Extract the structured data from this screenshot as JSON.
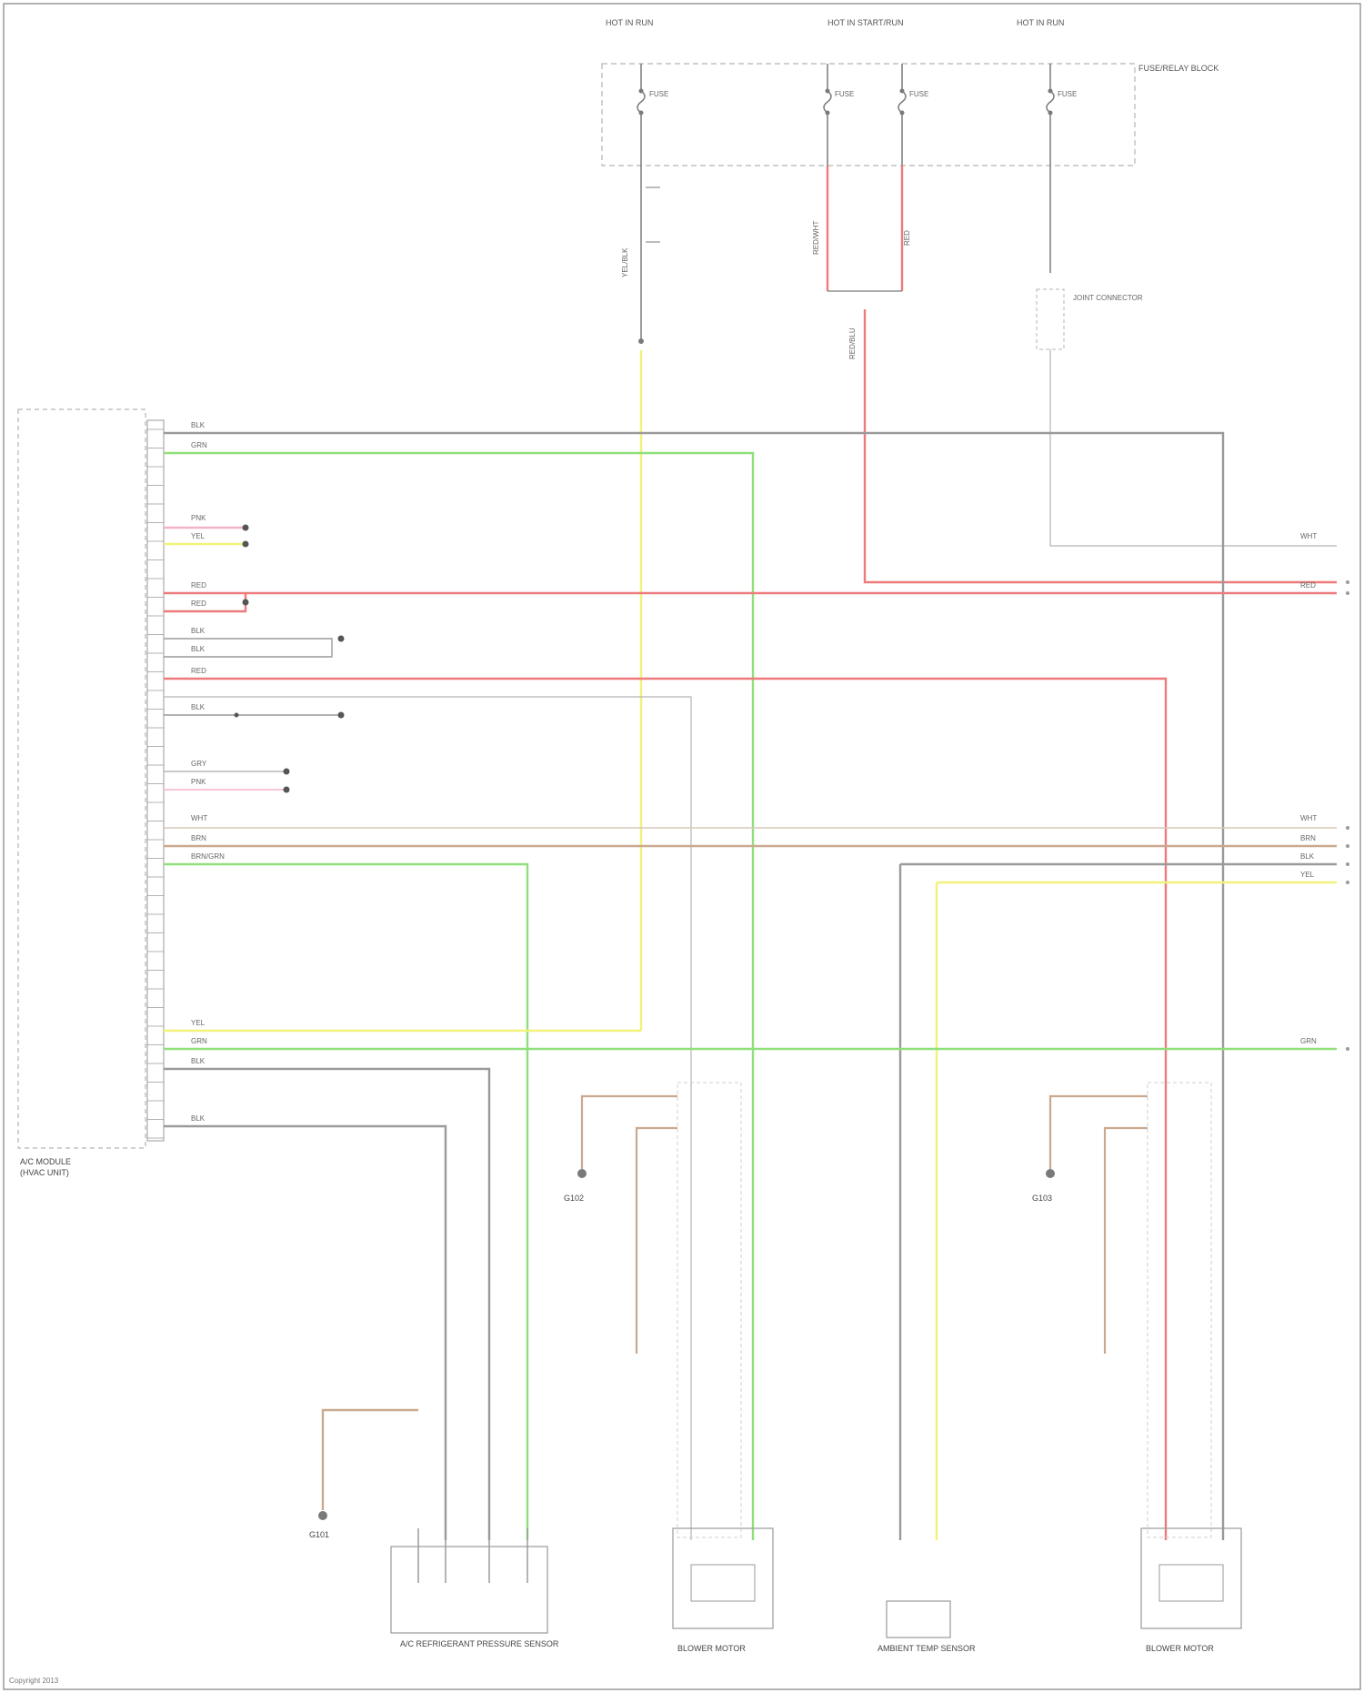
{
  "colors": {
    "black": "#7a7a7a",
    "green": "#8fe07a",
    "yellow": "#f2f27a",
    "red": "#ee7b7b",
    "pink": "#f3b3c6",
    "brown": "#c9a98f",
    "outline": "#9a9a9a",
    "dashed": "#b5b5b5"
  },
  "texts": {
    "top_label_1": "HOT IN RUN",
    "top_label_2": "HOT IN START/RUN",
    "top_label_3": "HOT IN RUN",
    "fuse_block": "FUSE/RELAY BLOCK",
    "module_caption_1": "A/C MODULE",
    "module_caption_2": "(HVAC UNIT)",
    "ground_1": "G101",
    "ground_2": "G102",
    "ground_3": "G103",
    "sensor_caption": "A/C REFRIGERANT PRESSURE SENSOR",
    "motor_left": "BLOWER MOTOR",
    "motor_center": "AMBIENT TEMP SENSOR",
    "motor_right": "BLOWER MOTOR",
    "footer": "Copyright 2013"
  }
}
